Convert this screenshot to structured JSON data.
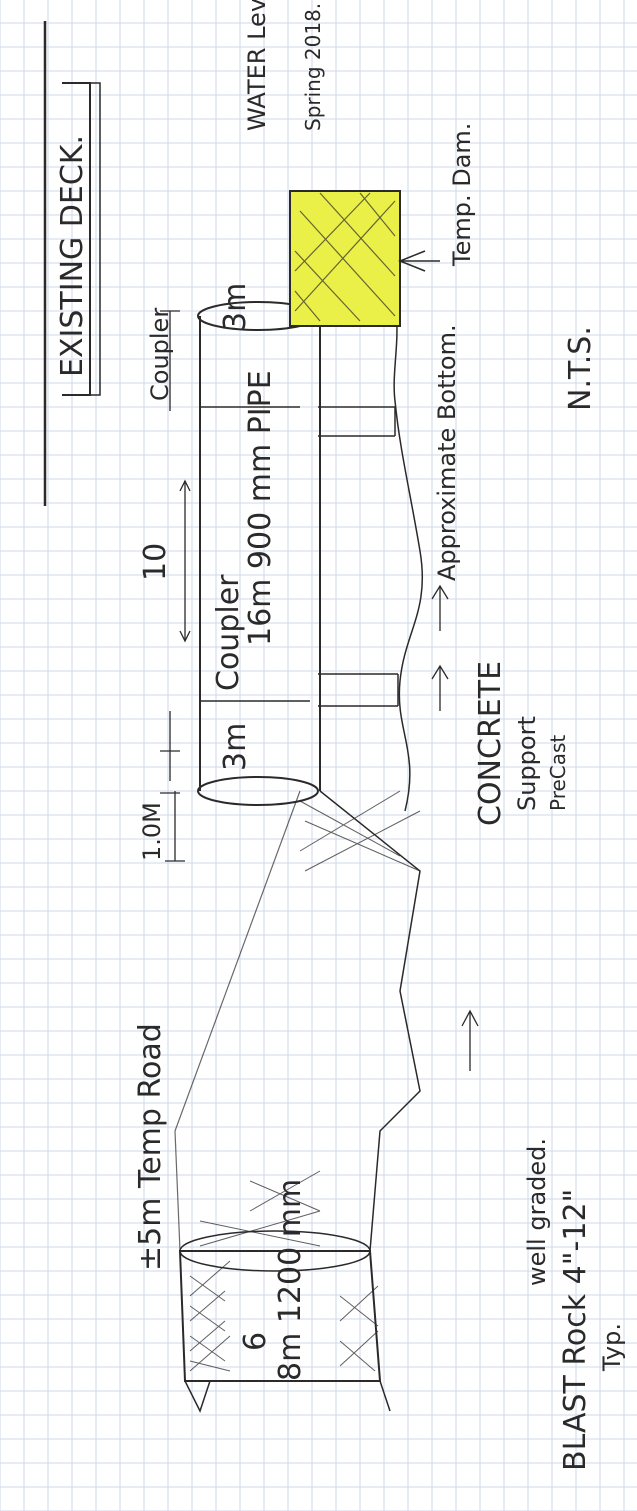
{
  "title": "EXISTING DECK.",
  "labels": {
    "coupler_left": "Coupler",
    "span_top": "10",
    "coupler_right": "Coupler",
    "dim_left_coupler": "3m",
    "dim_right_coupler": "3m",
    "dim_one_m": "1.0M",
    "pipe": "16m  900 mm  PIPE",
    "water_level": "WATER Level",
    "water_level_date": "Spring 2018.",
    "temp_dam": "Temp. Dam.",
    "nts": "N.T.S.",
    "approx_bottom": "Approximate Bottom.",
    "concrete_support_l1": "CONCRETE",
    "concrete_support_l2": "Support",
    "concrete_support_l3": "PreCast",
    "temp_road": "±5m Temp Road",
    "culvert_l1": "6",
    "culvert_l2": "8m  1200 mm",
    "blast_rock_l1": "BLAST Rock  4\"-12\"",
    "blast_rock_l2": "well graded.",
    "blast_rock_l3": "Typ."
  },
  "colors": {
    "ink": "#2a2a2a",
    "grid": "#cfd8ea",
    "highlight": "#eaf047"
  }
}
